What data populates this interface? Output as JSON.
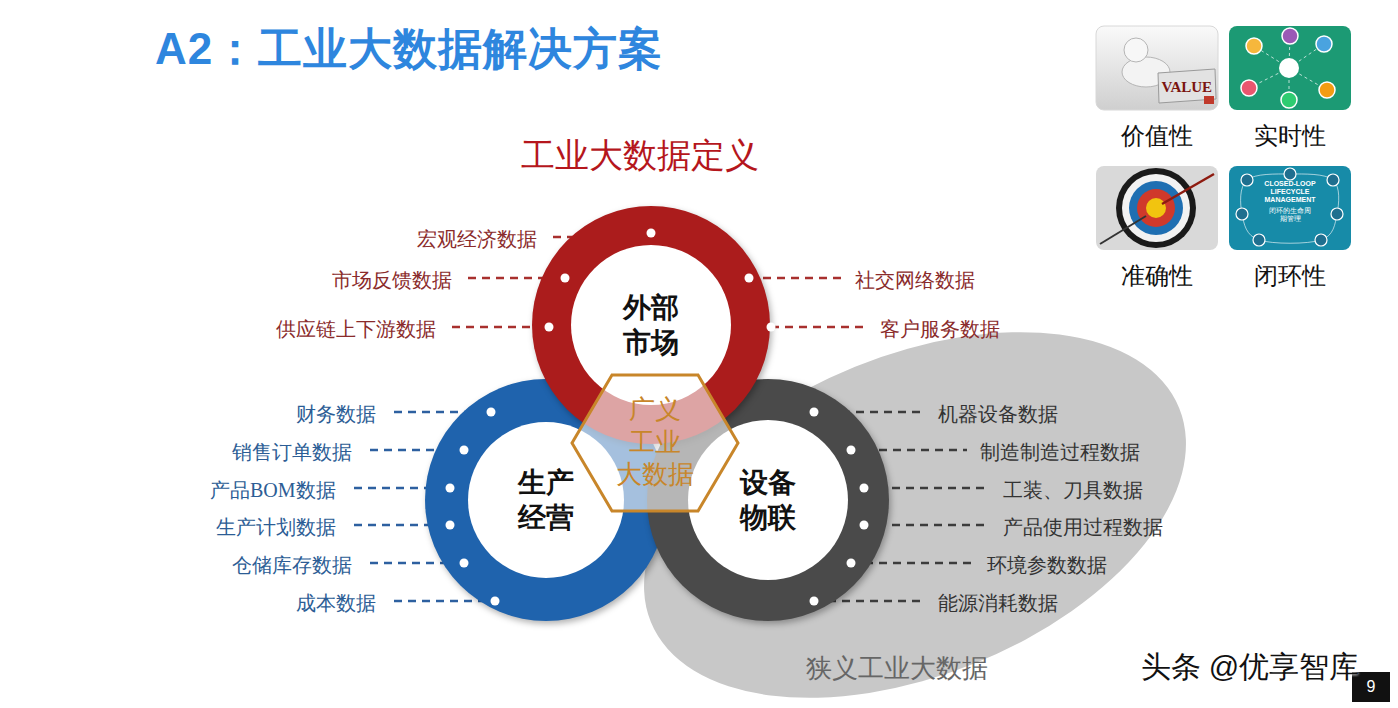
{
  "diagram": {
    "title": "A2：工业大数据解决方案",
    "nodes": [
      {
        "text": [
          "价值性"
        ]
      },
      {
        "text": [
          "实时性"
        ]
      },
      {
        "text": [
          "准确性"
        ]
      },
      {
        "text": [
          "闭环性"
        ]
      },
      {
        "text": [
          "外部 市场"
        ]
      },
      {
        "text": [
          "狭义工业大数据"
        ]
      },
      {
        "text": [
          "广义 工业 大数据"
        ]
      },
      {
        "text": [
          "生产 经营"
        ]
      },
      {
        "text": [
          "设备 物联"
        ],
        "in": 5
      },
      {
        "text": [
          "9"
        ]
      }
    ],
    "labels": [
      "工业大数据定义",
      "宏观经济数据",
      "市场反馈数据",
      "供应链上下游数据",
      "社交网络数据",
      "客户服务数据",
      "财务数据",
      "销售订单数据",
      "产品BOM数据",
      "生产计划数据",
      "仓储库存数据",
      "成本数据",
      "机器设备数据",
      "制造制造过程数据",
      "工装、刀具数据",
      "产品使用过程数据",
      "环境参数数据",
      "能源消耗数据",
      "VALUE",
      "CLOSED-LOOP LIFECYCLE MANAGEMENT",
      "闭环的生命周期管理",
      "头条 @优享智库"
    ]
  }
}
